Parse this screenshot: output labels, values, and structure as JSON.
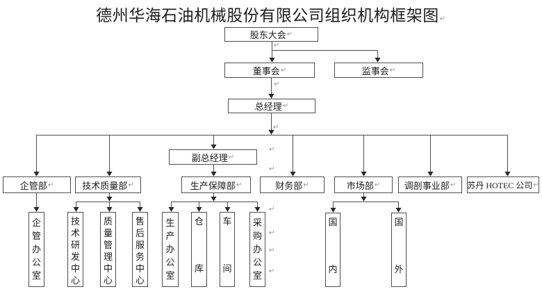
{
  "title": "德州华海石油机械股份有限公司组织机构框架图",
  "return_mark": "↵",
  "nodes": {
    "shareholders_meeting": "股东大会",
    "board_of_directors": "董事会",
    "supervisory_board": "监事会",
    "general_manager": "总经理",
    "deputy_general_manager": "副总经理",
    "enterprise_management_dept": "企管部",
    "tech_quality_dept": "技术质量部",
    "production_support_dept": "生产保障部",
    "finance_dept": "财务部",
    "marketing_dept": "市场部",
    "profile_control_division": "调剖事业部",
    "sudan_hotec_company": "苏丹 HOTEC 公司",
    "enterprise_management_office": "企\n管\n办\n公\n室",
    "tech_rnd_center": "技\n术\n研\n发\n中\n心",
    "quality_management_center": "质\n量\n管\n理\n中\n心",
    "after_sales_service_center": "售\n后\n服\n务\n中\n心",
    "production_office": "生\n产\n办\n公\n室",
    "warehouse": "仓\n\n\n\n库",
    "workshop": "车\n\n\n\n间",
    "purchasing_office": "采\n购\n办\n公\n室",
    "domestic": "国\n\n\n\n内",
    "overseas": "国\n\n\n\n外"
  }
}
